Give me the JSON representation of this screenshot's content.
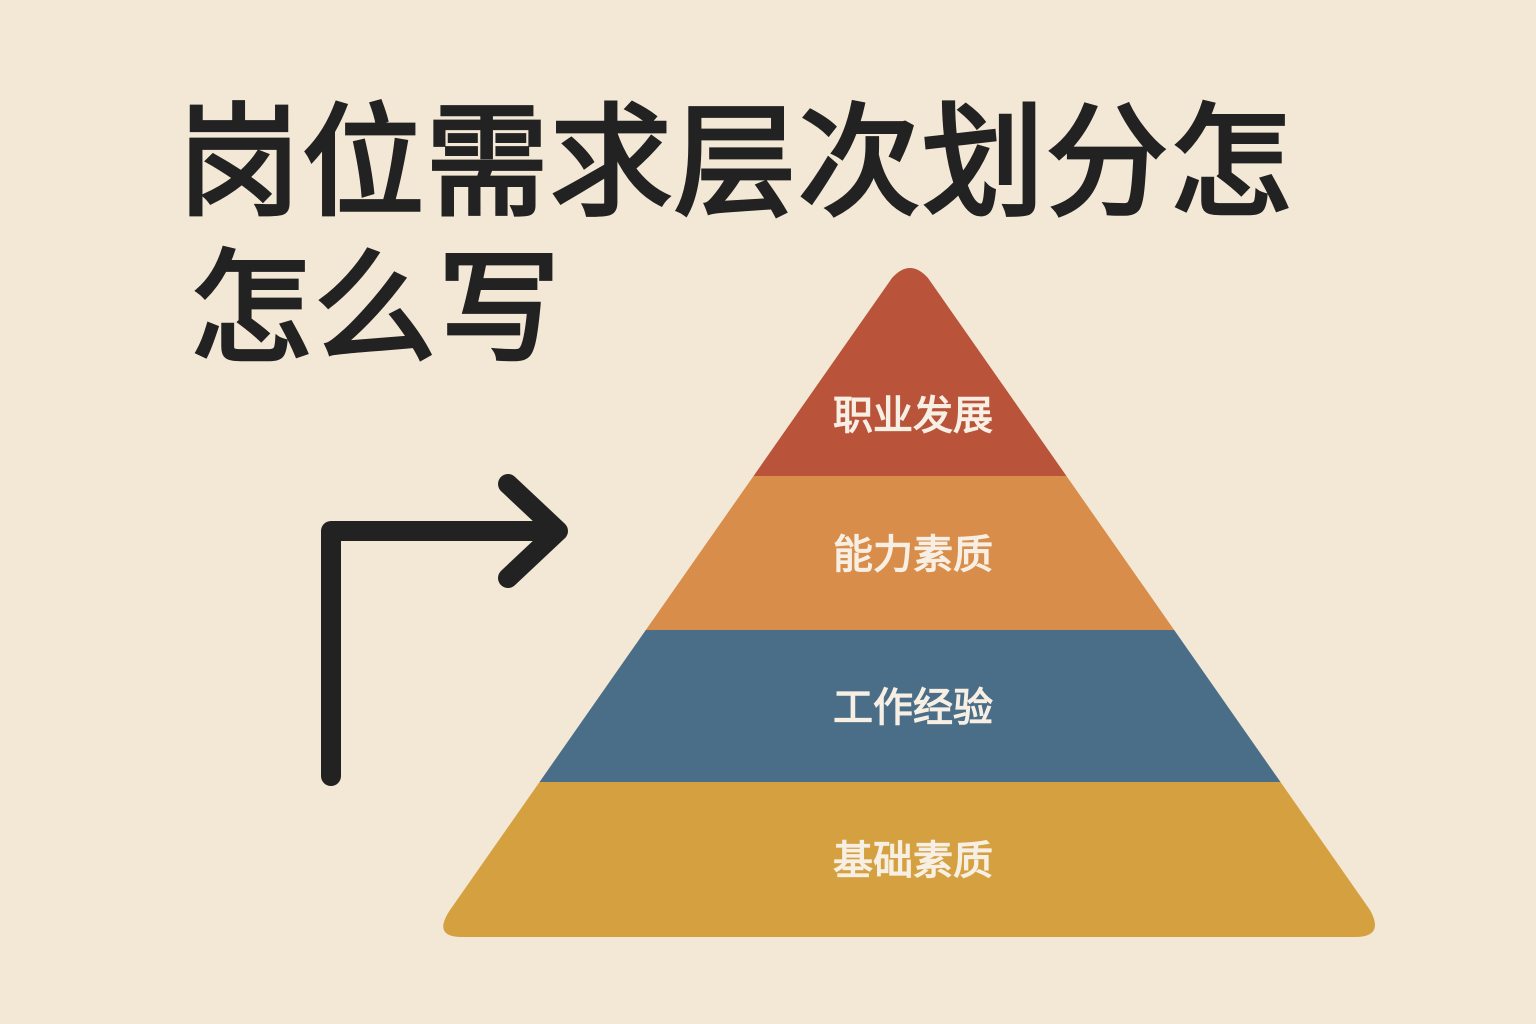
{
  "title": {
    "line1": "岗位需求层次划分怎",
    "line2": "怎么写"
  },
  "pyramid": {
    "levels": [
      {
        "label": "职业发展",
        "color": "#b9533a"
      },
      {
        "label": "能力素质",
        "color": "#d98d4a"
      },
      {
        "label": "工作经验",
        "color": "#4a6e87"
      },
      {
        "label": "基础素质",
        "color": "#d5a140"
      }
    ]
  },
  "arrow": {
    "icon": "bent-arrow-right-icon",
    "color": "#222222"
  }
}
